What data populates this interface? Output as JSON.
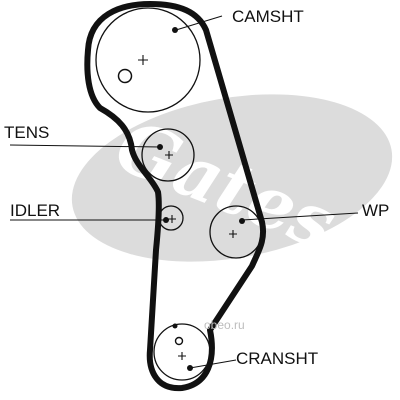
{
  "labels": {
    "camshaft": "CAMSHT",
    "tensioner": "TENS",
    "idler": "IDLER",
    "water_pump": "WP",
    "crankshaft": "CRANSHT"
  },
  "watermark": {
    "logo_text": "Gates",
    "site": "оbео.ru"
  },
  "colors": {
    "ink": "#111111",
    "logo_gray": "#d9d9d9"
  }
}
